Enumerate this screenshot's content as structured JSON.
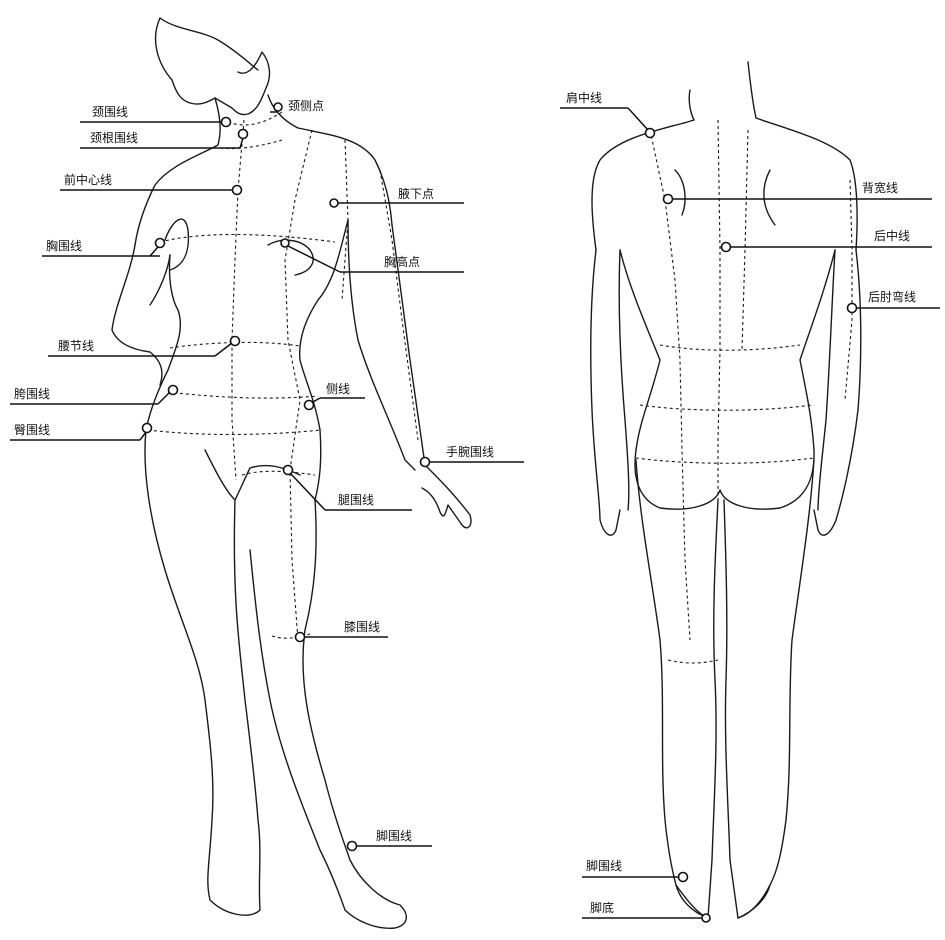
{
  "front_labels": {
    "neck": "颈围线",
    "neck_side_point": "颈侧点",
    "neck_base": "颈根围线",
    "front_center": "前中心线",
    "armpit_point": "腋下点",
    "bust": "胸围线",
    "bust_point": "胸高点",
    "waist": "腰节线",
    "hip_upper": "胯围线",
    "side": "侧线",
    "seat": "臀围线",
    "wrist": "手腕围线",
    "thigh": "腿围线",
    "knee": "膝围线",
    "ankle": "脚围线"
  },
  "back_labels": {
    "shoulder_center": "肩中线",
    "back_width": "背宽线",
    "back_center": "后中线",
    "elbow": "后肘弯线",
    "ankle": "脚围线",
    "heel": "脚底"
  }
}
